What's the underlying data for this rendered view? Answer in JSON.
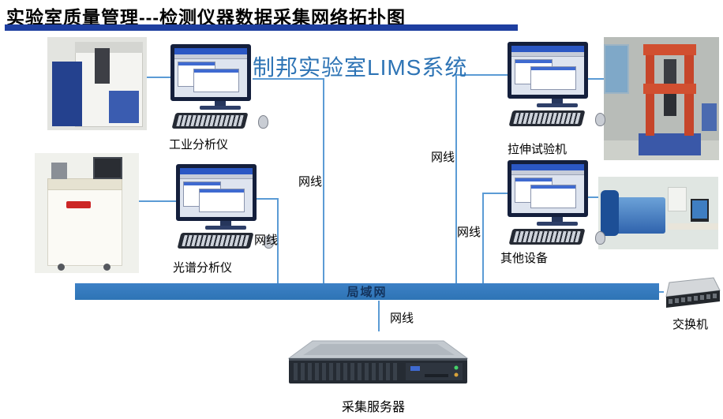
{
  "header": {
    "title": "实验室质量管理---检测仪器数据采集网络拓扑图"
  },
  "diagram": {
    "lims_title": "制邦实验室LIMS系统",
    "cable_label": "网线",
    "nodes": {
      "industrial_analyzer": "工业分析仪",
      "spectral_analyzer": "光谱分析仪",
      "tensile_tester": "拉伸试验机",
      "other_equipment": "其他设备"
    },
    "network": {
      "lan": "局域网",
      "switch": "交换机",
      "server": "采集服务器"
    },
    "colors": {
      "title_underline": "#1e3fa0",
      "lims_blue": "#2e74b5",
      "lan_bar": "#2e74b5",
      "cable_line": "#5b9bd5"
    }
  }
}
